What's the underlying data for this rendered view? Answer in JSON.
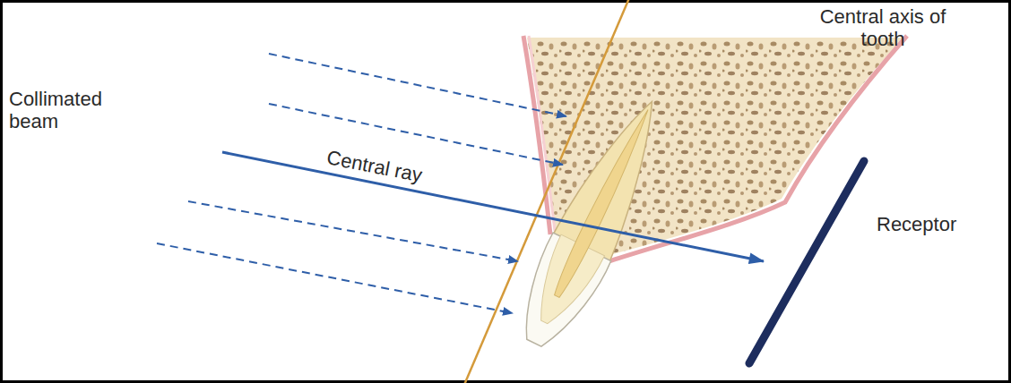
{
  "diagram": {
    "labels": [
      "Central axis of tooth",
      "Collimated beam",
      "Central ray",
      "Receptor"
    ]
  }
}
